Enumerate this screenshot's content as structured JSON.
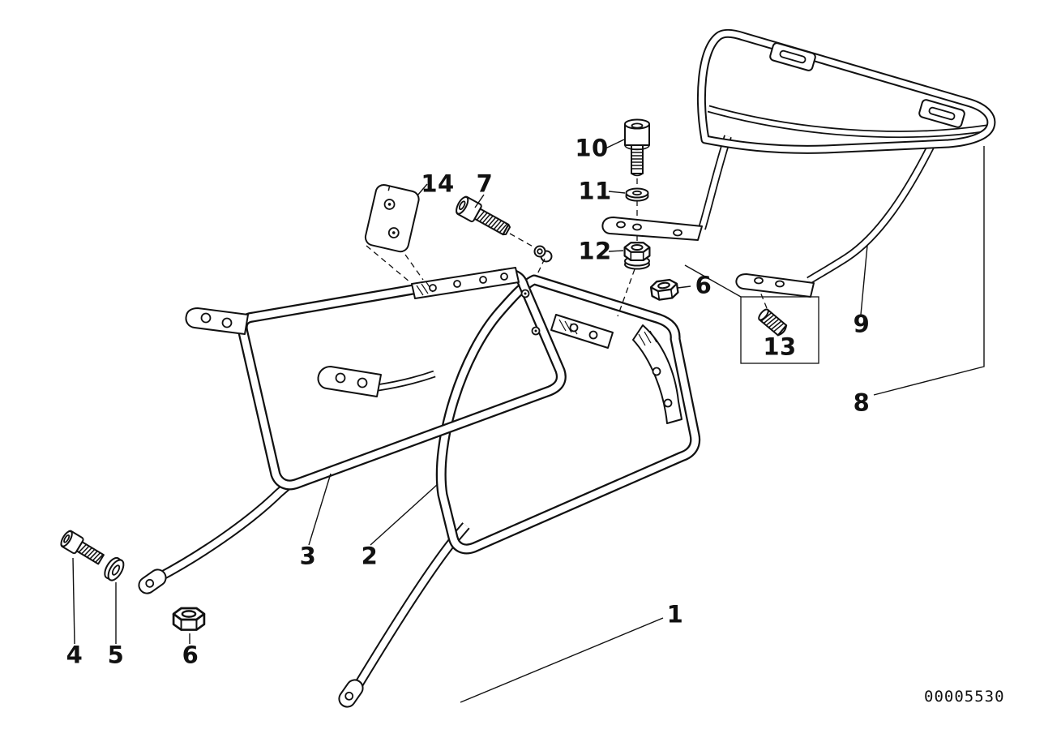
{
  "colors": {
    "ink": "#111111",
    "paper": "#ffffff"
  },
  "diagram": {
    "number": "00005530",
    "labels": [
      {
        "text": "1"
      },
      {
        "text": "2"
      },
      {
        "text": "3"
      },
      {
        "text": "4"
      },
      {
        "text": "5"
      },
      {
        "text": "6"
      },
      {
        "text": "6"
      },
      {
        "text": "7"
      },
      {
        "text": "8"
      },
      {
        "text": "9"
      },
      {
        "text": "10"
      },
      {
        "text": "11"
      },
      {
        "text": "12"
      },
      {
        "text": "13"
      },
      {
        "text": "14"
      }
    ]
  }
}
